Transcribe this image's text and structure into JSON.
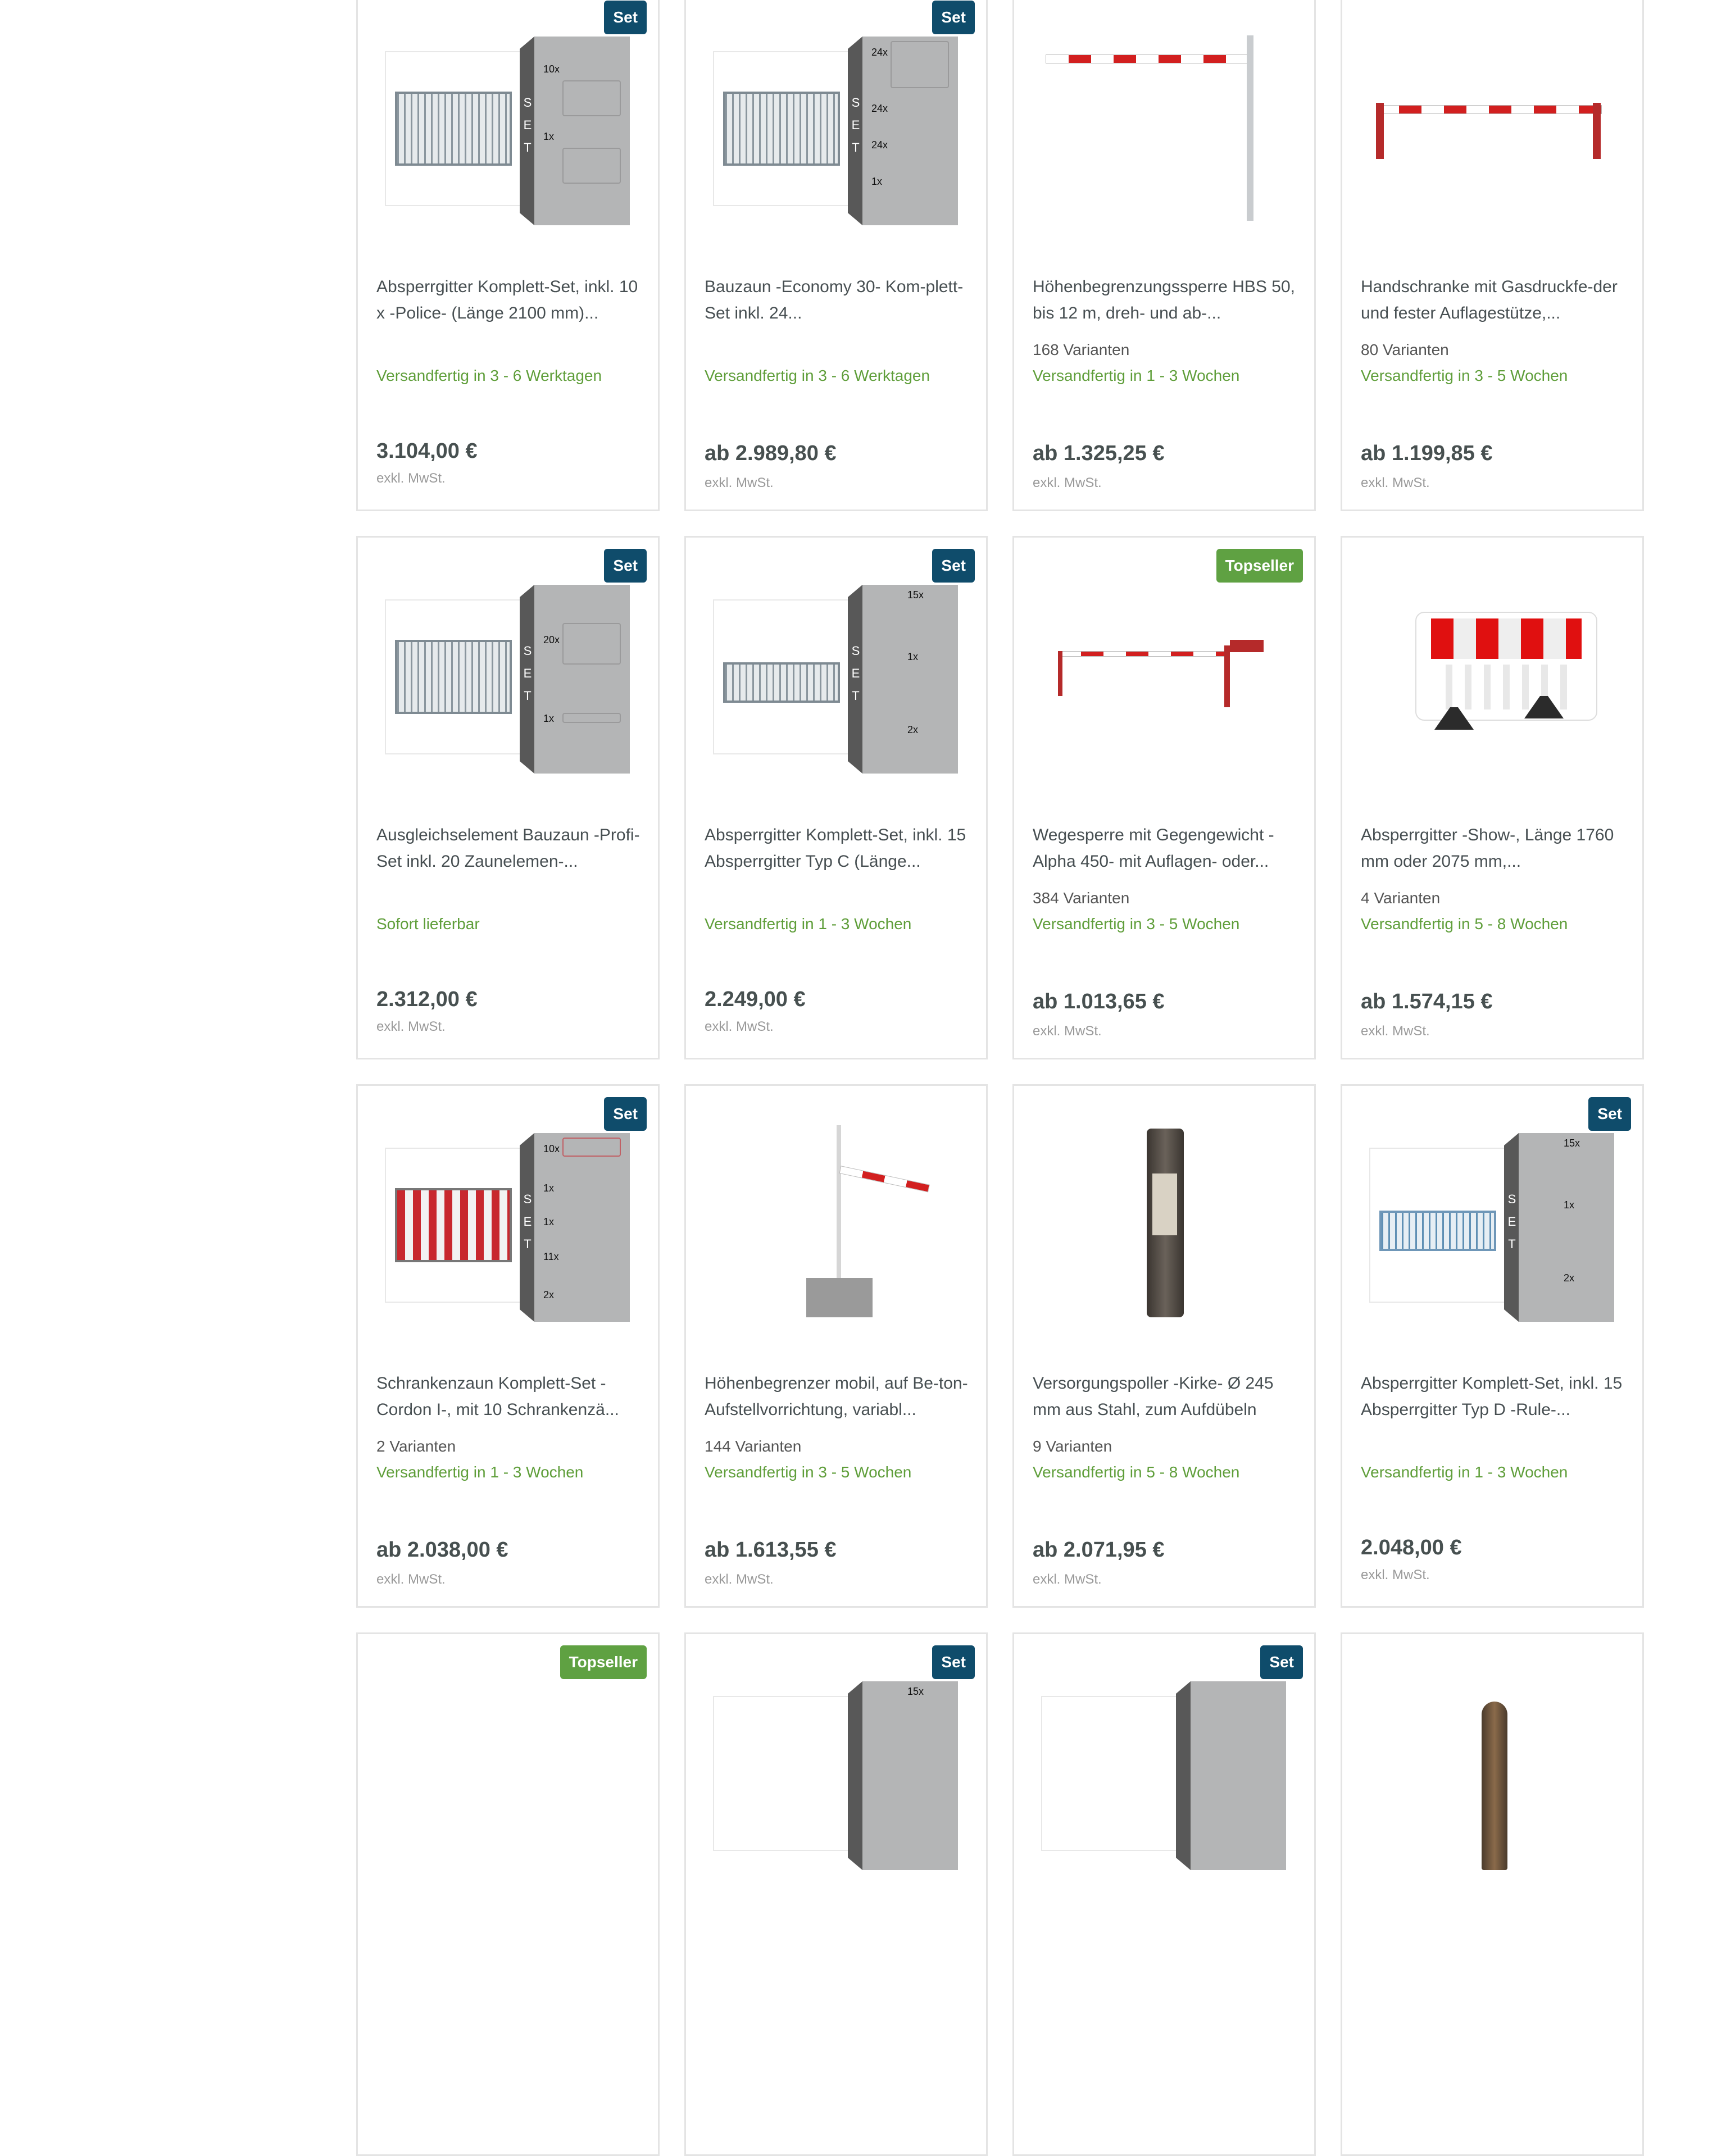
{
  "common": {
    "vat_note": "exkl. MwSt."
  },
  "colors": {
    "set_badge": "#0f4c6b",
    "topseller_badge": "#5fa142",
    "shipping_text": "#5f9e3a",
    "price_text": "#475050",
    "card_border": "#e4e4e4"
  },
  "products": [
    {
      "badge": "Set",
      "image": "set-absperrgitter-police",
      "set_items": [
        "10x",
        "1x"
      ],
      "title": "Absperrgitter Komplett-Set, inkl. 10 x -Police- (Länge 2100 mm)...",
      "variants": "",
      "shipping": "Versandfertig in 3 - 6 Werktagen",
      "price": "3.104,00 €"
    },
    {
      "badge": "Set",
      "image": "set-bauzaun-economy",
      "set_items": [
        "24x",
        "24x",
        "24x",
        "1x"
      ],
      "title": "Bauzaun -Economy 30- Kom-plett-Set inkl. 24...",
      "variants": "",
      "shipping": "Versandfertig in 3 - 6 Werktagen",
      "price": "ab 2.989,80 €"
    },
    {
      "badge": "",
      "image": "height-barrier-hbs",
      "title": "Höhenbegrenzungssperre HBS 50, bis 12 m, dreh- und ab-...",
      "variants": "168 Varianten",
      "shipping": "Versandfertig in 1 - 3 Wochen",
      "price": "ab 1.325,25 €"
    },
    {
      "badge": "",
      "image": "hand-barrier-gas-spring",
      "title": "Handschranke mit Gasdruckfe-der und fester Auflagestütze,...",
      "variants": "80 Varianten",
      "shipping": "Versandfertig in 3 - 5 Wochen",
      "price": "ab 1.199,85 €"
    },
    {
      "badge": "Set",
      "image": "set-bauzaun-profi",
      "set_items": [
        "20x",
        "1x"
      ],
      "title": "Ausgleichselement Bauzaun -Profi- Set inkl. 20 Zaunelemen-...",
      "variants": "",
      "shipping": "Sofort lieferbar",
      "price": "2.312,00 €"
    },
    {
      "badge": "Set",
      "image": "set-absperrgitter-typ-c",
      "set_items": [
        "15x",
        "1x",
        "2x"
      ],
      "title": "Absperrgitter Komplett-Set, inkl. 15 Absperrgitter Typ C (Länge...",
      "variants": "",
      "shipping": "Versandfertig in 1 - 3 Wochen",
      "price": "2.249,00 €"
    },
    {
      "badge": "Topseller",
      "image": "counterweight-barrier-alpha",
      "title": "Wegesperre mit Gegengewicht -Alpha 450- mit Auflagen- oder...",
      "variants": "384 Varianten",
      "shipping": "Versandfertig in 3 - 5 Wochen",
      "price": "ab 1.013,65 €"
    },
    {
      "badge": "",
      "image": "barrier-show",
      "title": "Absperrgitter -Show-, Länge 1760 mm oder 2075 mm,...",
      "variants": "4 Varianten",
      "shipping": "Versandfertig in 5 - 8 Wochen",
      "price": "ab 1.574,15 €"
    },
    {
      "badge": "Set",
      "image": "set-schrankenzaun-cordon",
      "set_items": [
        "10x",
        "1x",
        "1x",
        "11x",
        "2x"
      ],
      "title": "Schrankenzaun Komplett-Set -Cordon I-, mit 10 Schrankenzä...",
      "variants": "2 Varianten",
      "shipping": "Versandfertig in 1 - 3 Wochen",
      "price": "ab 2.038,00 €"
    },
    {
      "badge": "",
      "image": "mobile-height-limiter",
      "title": "Höhenbegrenzer mobil, auf Be-ton-Aufstellvorrichtung, variabl...",
      "variants": "144 Varianten",
      "shipping": "Versandfertig in 3 - 5 Wochen",
      "price": "ab 1.613,55 €"
    },
    {
      "badge": "",
      "image": "supply-bollard-kirke",
      "title": "Versorgungspoller -Kirke- Ø 245 mm aus Stahl, zum Aufdübeln",
      "variants": "9 Varianten",
      "shipping": "Versandfertig in 5 - 8 Wochen",
      "price": "ab 2.071,95 €"
    },
    {
      "badge": "Set",
      "image": "set-absperrgitter-typ-d",
      "set_items": [
        "15x",
        "1x",
        "2x"
      ],
      "title": "Absperrgitter Komplett-Set, inkl. 15 Absperrgitter Typ D -Rule-...",
      "variants": "",
      "shipping": "Versandfertig in 1 - 3 Wochen",
      "price": "2.048,00 €"
    },
    {
      "badge": "Topseller",
      "image": "product-image"
    },
    {
      "badge": "Set",
      "image": "set-image",
      "set_items": [
        "15x"
      ]
    },
    {
      "badge": "Set",
      "image": "set-image"
    },
    {
      "badge": "",
      "image": "bollard-brown"
    }
  ]
}
